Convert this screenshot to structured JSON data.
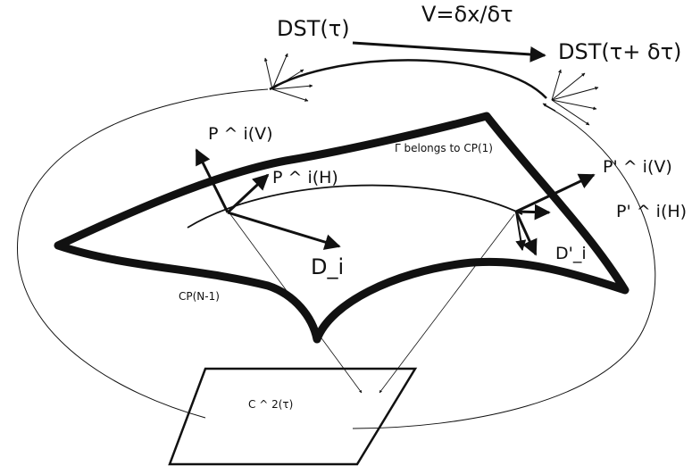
{
  "labels": {
    "dst_tau": "DST(τ)",
    "velocity": "V=δx/δτ",
    "dst_tau_delta": "DST(τ+ δτ)",
    "p_i_v": "P ^ i(V)",
    "p_i_h": "P ^ i(H)",
    "gamma_note": "Γ belongs to CP(1)",
    "p_prime_i_v": "P' ^ i(V)",
    "p_prime_i_h": "P' ^ i(H)",
    "d_i": "D_i",
    "d_prime_i": "D'_i",
    "cp_n_minus_1": "CP(N-1)",
    "c2_tau": "C ^ 2(τ)"
  },
  "colors": {
    "ink": "#111111",
    "background": "#ffffff"
  }
}
